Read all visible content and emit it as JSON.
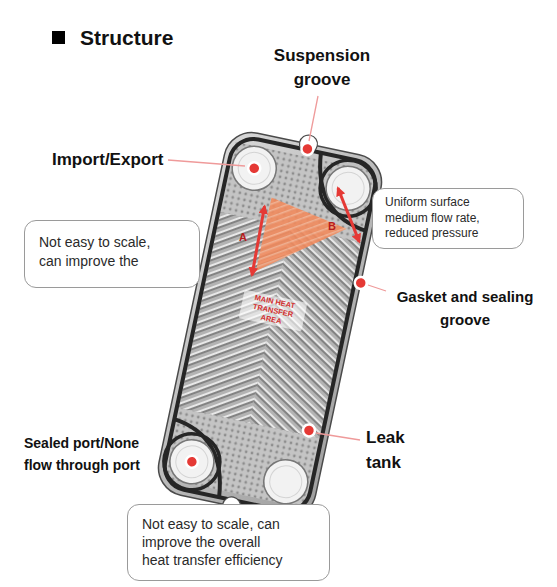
{
  "diagram": {
    "title": "Structure",
    "nodes": [
      {
        "text": [
          "Uniform surface medium flow rate, reduced pressure"
        ]
      },
      {
        "text": [
          "Not easy to scale, can improve the"
        ]
      },
      {
        "text": [
          "Not easy to scale, can improve the overall heat transfer efficiency"
        ]
      }
    ],
    "labels": [
      "Suspension groove",
      "Import/Export",
      "A",
      "B",
      "MAIN HEAT TRANSFER AREA",
      "Gasket and sealing groove",
      "Sealed port/None flow through port",
      "Leak tank"
    ]
  }
}
